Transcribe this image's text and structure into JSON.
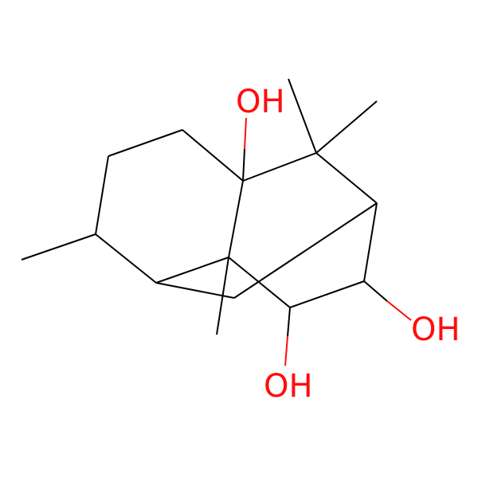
{
  "molecule": {
    "colors": {
      "bond": "#000000",
      "oxygen": "#ff0d0d",
      "background": "#ffffff"
    },
    "labels": {
      "oh_top": "OH",
      "oh_right": "OH",
      "oh_bottom": "OH"
    }
  }
}
